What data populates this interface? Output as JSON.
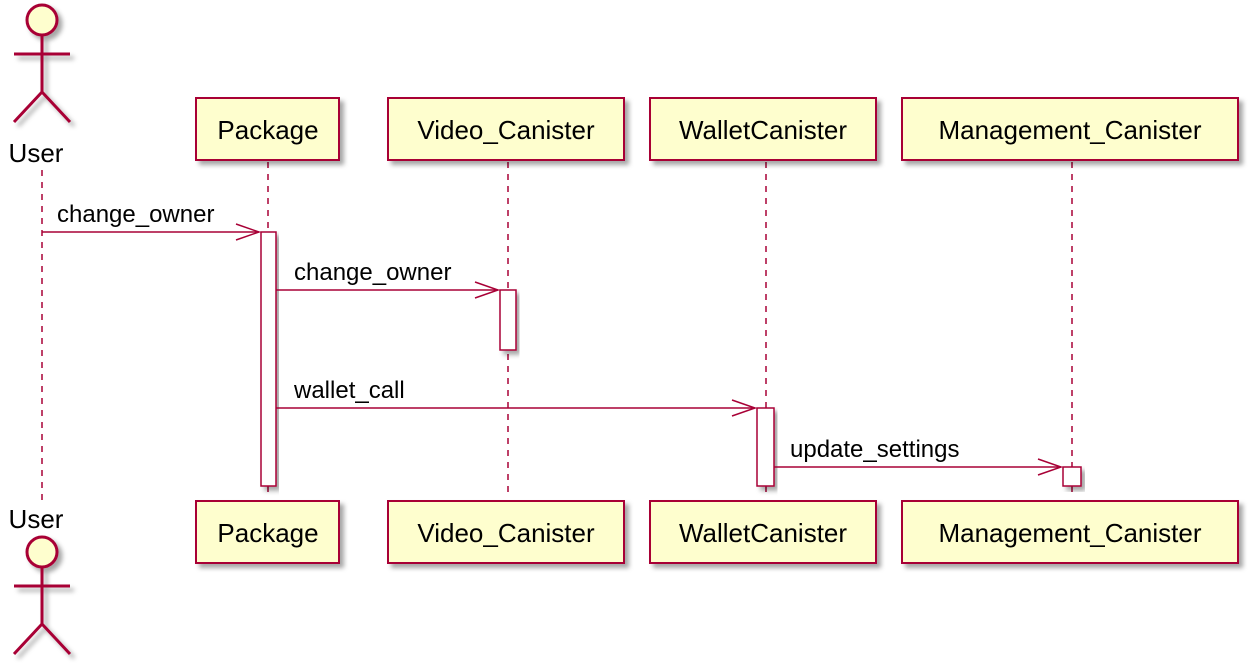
{
  "diagram": {
    "type": "sequence",
    "colors": {
      "border": "#A80036",
      "participant_fill": "#FEFECE",
      "activation_fill": "#FFFFFF",
      "background": "#FFFFFF"
    },
    "actor": {
      "name": "User"
    },
    "participants": [
      {
        "id": "package",
        "name": "Package"
      },
      {
        "id": "video",
        "name": "Video_Canister"
      },
      {
        "id": "wallet",
        "name": "WalletCanister"
      },
      {
        "id": "management",
        "name": "Management_Canister"
      }
    ],
    "messages": [
      {
        "from": "User",
        "to": "Package",
        "label": "change_owner"
      },
      {
        "from": "Package",
        "to": "Video_Canister",
        "label": "change_owner"
      },
      {
        "from": "Package",
        "to": "WalletCanister",
        "label": "wallet_call"
      },
      {
        "from": "WalletCanister",
        "to": "Management_Canister",
        "label": "update_settings"
      }
    ]
  }
}
